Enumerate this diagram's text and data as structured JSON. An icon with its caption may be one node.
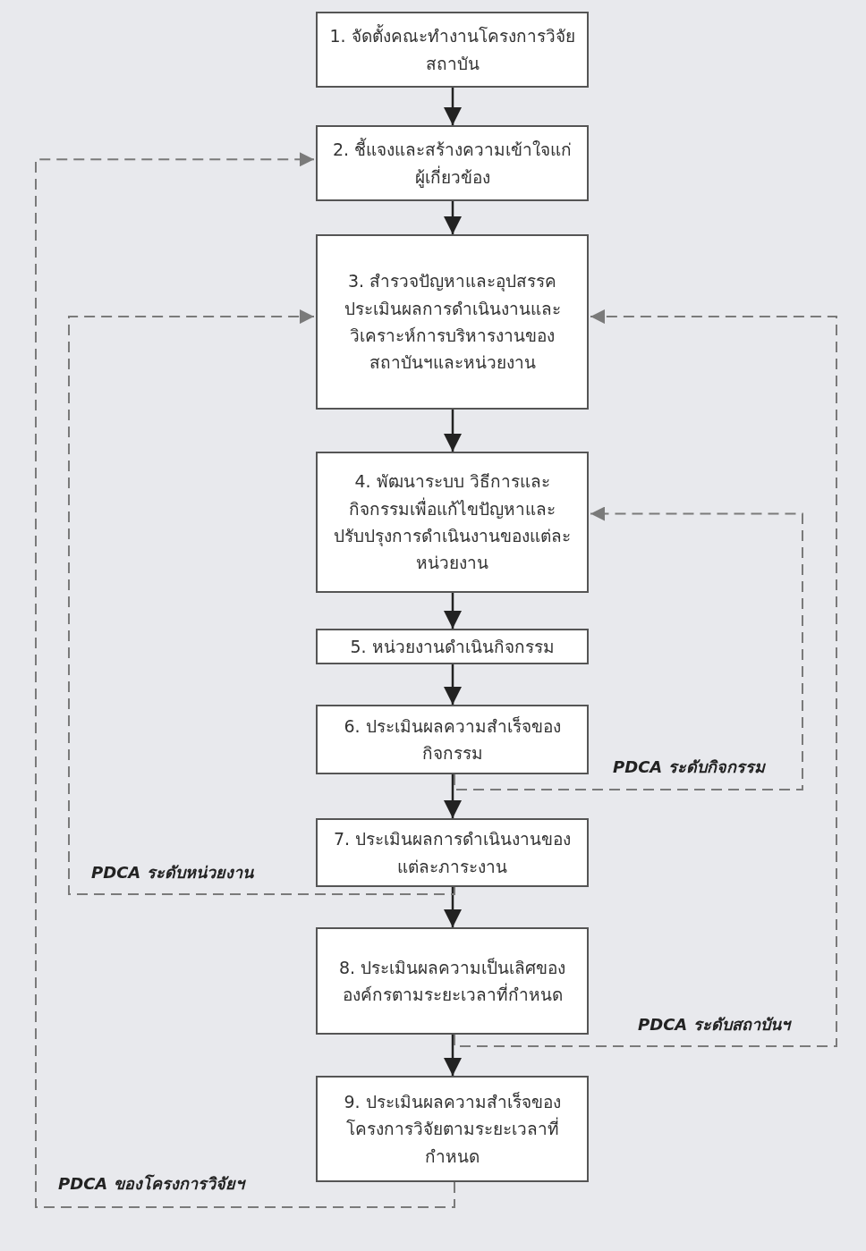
{
  "diagram": {
    "nodes": [
      {
        "text": [
          "1. จัดตั้งคณะทำงานโครงการวิจัยสถาบัน"
        ]
      },
      {
        "text": [
          "2. ชี้แจงและสร้างความเข้าใจแก่ผู้เกี่ยวข้อง"
        ]
      },
      {
        "text": [
          "3. สำรวจปัญหาและอุปสรรคประเมินผลการดำเนินงานและวิเคราะห์การบริหารงานของสถาบันฯและหน่วยงาน"
        ]
      },
      {
        "text": [
          "4. พัฒนาระบบ วิธีการและกิจกรรมเพื่อแก้ไขปัญหาและปรับปรุงการดำเนินงานของแต่ละหน่วยงาน"
        ]
      },
      {
        "text": [
          "5. หน่วยงานดำเนินกิจกรรม"
        ]
      },
      {
        "text": [
          "6. ประเมินผลความสำเร็จของกิจกรรม"
        ]
      },
      {
        "text": [
          "7. ประเมินผลการดำเนินงานของแต่ละภาระงาน"
        ]
      },
      {
        "text": [
          "8. ประเมินผลความเป็นเลิศขององค์กรตามระยะเวลาที่กำหนด"
        ]
      },
      {
        "text": [
          "9. ประเมินผลความสำเร็จของโครงการวิจัยตามระยะเวลาที่กำหนด"
        ]
      }
    ],
    "edges": [
      {
        "from": 0,
        "to": 1,
        "arrow": "to"
      },
      {
        "from": 1,
        "to": 2,
        "arrow": "to"
      },
      {
        "from": 2,
        "to": 3,
        "arrow": "to"
      },
      {
        "from": 3,
        "to": 4,
        "arrow": "to"
      },
      {
        "from": 4,
        "to": 5,
        "arrow": "to"
      },
      {
        "from": 5,
        "to": 6,
        "arrow": "to"
      },
      {
        "from": 6,
        "to": 7,
        "arrow": "to"
      },
      {
        "from": 7,
        "to": 8,
        "arrow": "to"
      },
      {
        "from": 5,
        "to": 3,
        "arrow": "to",
        "label": "PDCA ระดับกิจกรรม",
        "style": "dashed",
        "color": "#7a7a7a"
      },
      {
        "from": 6,
        "to": 2,
        "arrow": "to",
        "label": "PDCA ระดับหน่วยงาน",
        "style": "dashed",
        "color": "#7a7a7a"
      },
      {
        "from": 7,
        "to": 2,
        "arrow": "to",
        "label": "PDCA ระดับสถาบันฯ",
        "style": "dashed",
        "color": "#7a7a7a"
      },
      {
        "from": 8,
        "to": 1,
        "arrow": "to",
        "label": "PDCA ของโครงการวิจัยฯ",
        "style": "dashed",
        "color": "#7a7a7a"
      }
    ]
  }
}
